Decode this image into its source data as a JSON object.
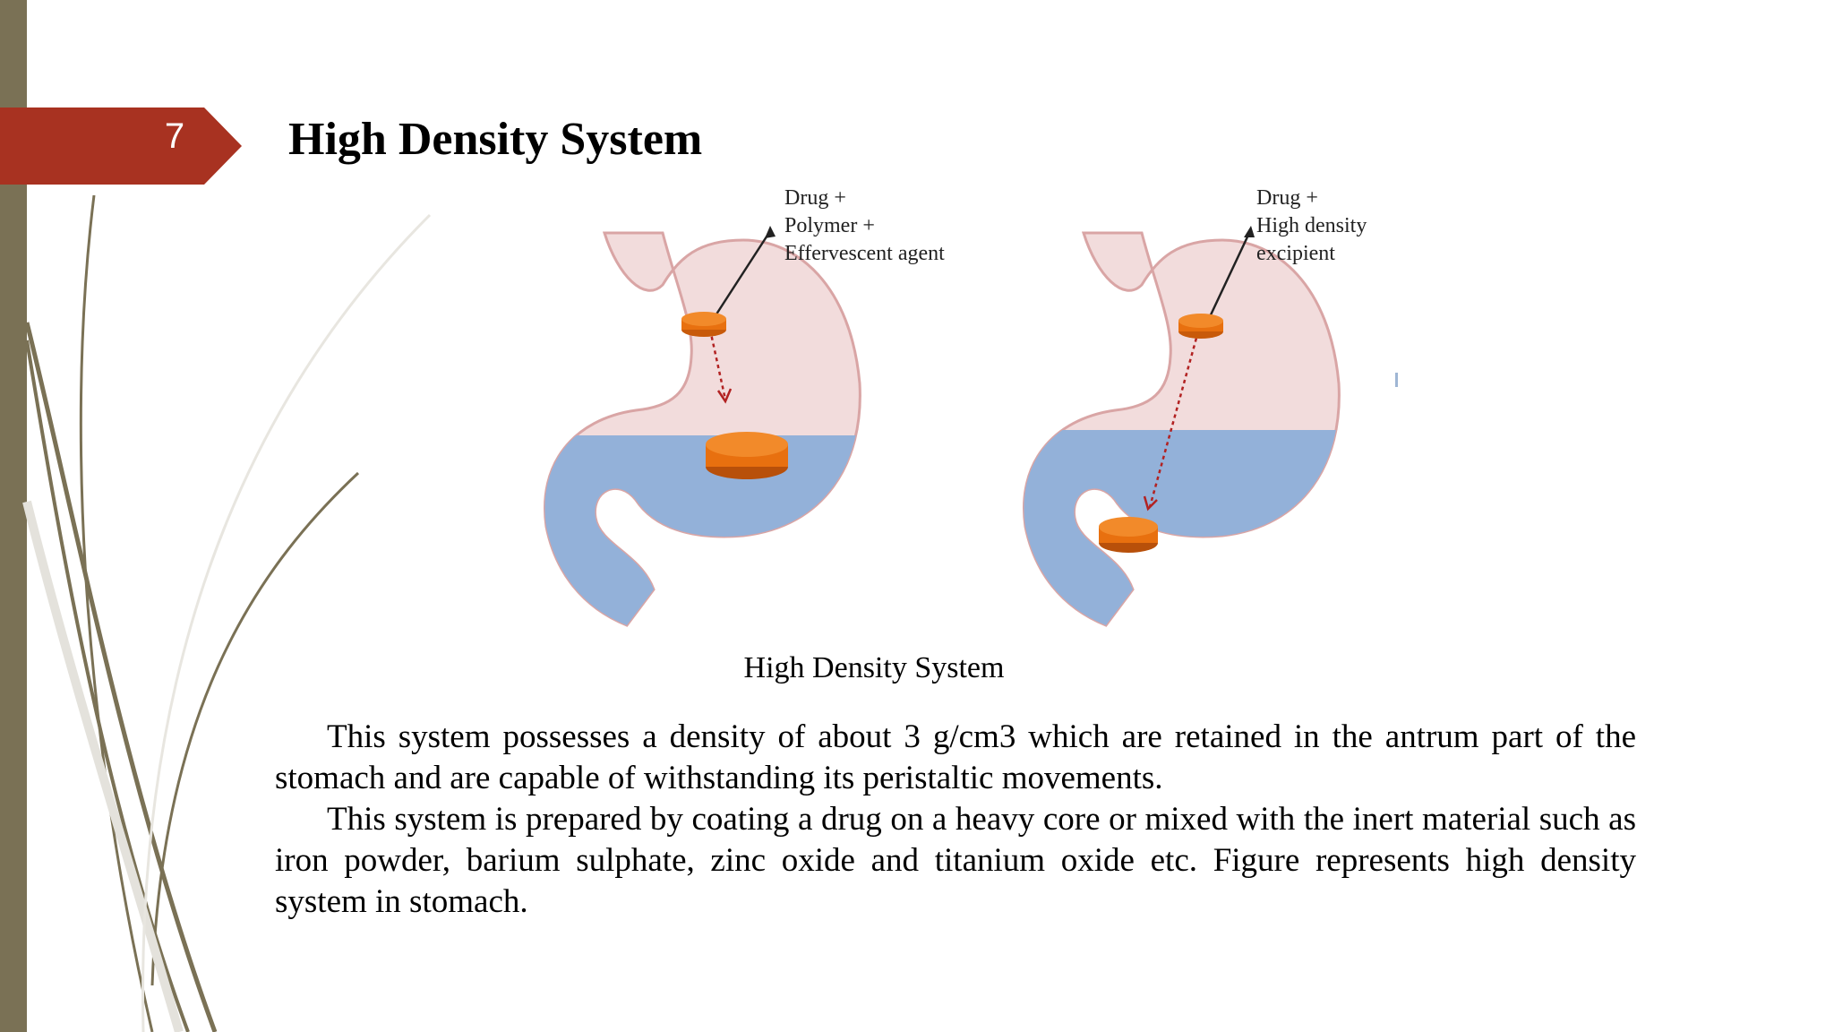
{
  "slide": {
    "number": "7",
    "title": "High Density System"
  },
  "figure": {
    "left_label": [
      "Drug +",
      "Polymer +",
      "Effervescent agent"
    ],
    "right_label": [
      "Drug +",
      "High density",
      "excipient"
    ],
    "caption": "High Density System"
  },
  "body": {
    "paragraphs": [
      "This system possesses a density of about 3 g/cm3 which are retained in the antrum part of the stomach and are capable of withstanding its peristaltic movements.",
      "This system is prepared by coating a drug on a heavy core or mixed with the inert material such as iron powder, barium sulphate, zinc oxide and titanium oxide etc. Figure represents high density system in stomach."
    ]
  },
  "colors": {
    "accent_tab": "#a83221",
    "left_bar": "#7a7155",
    "stomach_pink": "#f2dcdc",
    "stomach_outline": "#d9a5a5",
    "fluid_blue": "#93b1d9",
    "tablet_orange": "#e8700f"
  },
  "icons": {
    "decor": "curved-lines-decoration",
    "tablet": "tablet-disc-icon",
    "arrow": "pointer-arrow-icon"
  }
}
